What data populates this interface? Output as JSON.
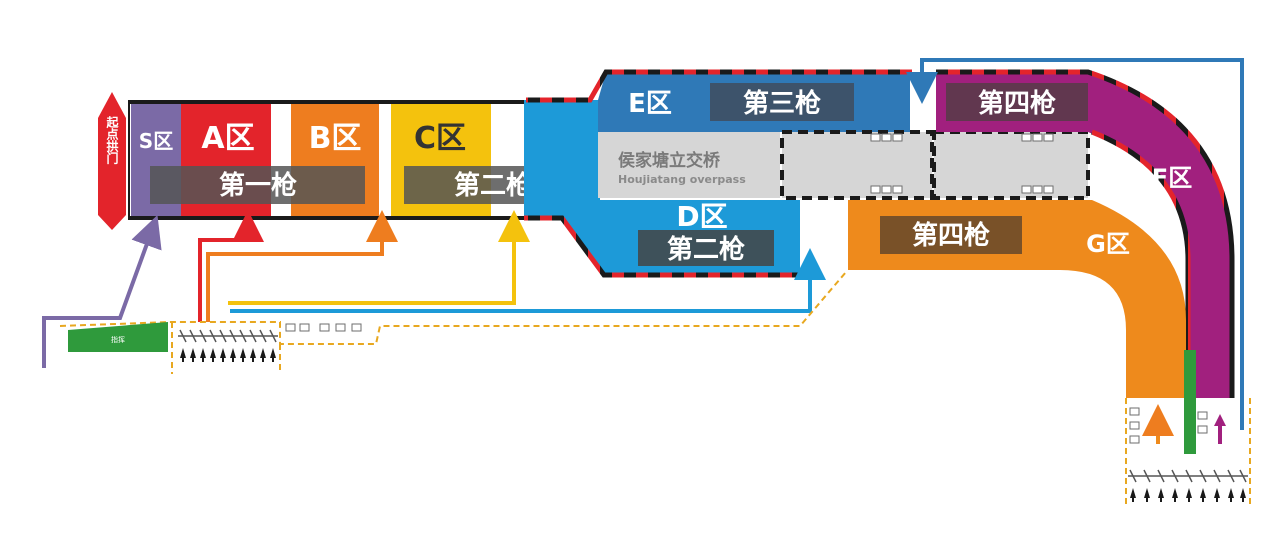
{
  "start_gate": {
    "label": "起点拱门"
  },
  "zones": {
    "s": {
      "label": "S区",
      "color": "#7b6aa6"
    },
    "a": {
      "label": "A区",
      "color": "#e3242b"
    },
    "b": {
      "label": "B区",
      "color": "#ee7d1f"
    },
    "c": {
      "label": "C区",
      "color": "#f4c20d"
    },
    "e": {
      "label": "E区",
      "color": "#2f79b7"
    },
    "d": {
      "label": "D区",
      "color": "#1d9ad8"
    },
    "f": {
      "label": "F区",
      "color": "#a1207e"
    },
    "g": {
      "label": "G区",
      "color": "#ee8a1c"
    }
  },
  "guns": {
    "first": "第一枪",
    "second_c": "第二枪",
    "second_d": "第二枪",
    "third": "第三枪",
    "fourth_f": "第四枪",
    "fourth_g": "第四枪"
  },
  "bridge": {
    "name": "侯家塘立交桥",
    "name_en": "Houjiatang overpass"
  },
  "green_sign": {
    "label": "指挥"
  }
}
